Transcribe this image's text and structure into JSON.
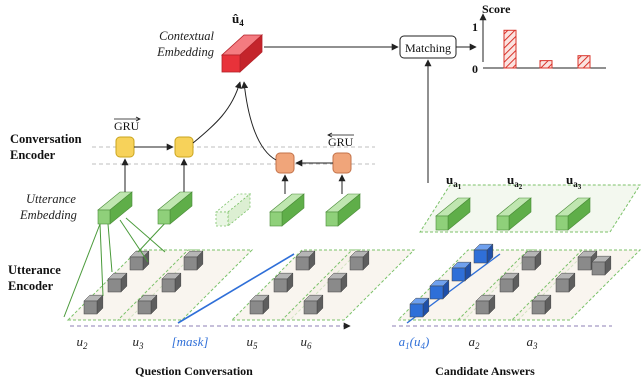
{
  "labels": {
    "conversation_encoder": [
      "Conversation",
      "Encoder"
    ],
    "utterance_embedding": [
      "Utterance",
      "Embedding"
    ],
    "utterance_encoder": [
      "Utterance",
      "Encoder"
    ],
    "contextual_embedding": [
      "Contextual",
      "Embedding"
    ],
    "u_hat": "û",
    "u_hat_sub": "4",
    "gru": "GRU",
    "matching": "Matching",
    "score": "Score",
    "score_tick_top": "1",
    "score_tick_bottom": "0",
    "question_conversation": "Question Conversation",
    "candidate_answers": "Candidate Answers"
  },
  "question_tokens": [
    {
      "base": "u",
      "sub": "2"
    },
    {
      "base": "u",
      "sub": "3"
    },
    {
      "base": "[mask]",
      "sub": ""
    },
    {
      "base": "u",
      "sub": "5"
    },
    {
      "base": "u",
      "sub": "6"
    }
  ],
  "candidate_tokens": [
    {
      "base": "a",
      "sub": "1",
      "suffix": "(u",
      "suffix_sub": "4",
      "suffix_close": ")"
    },
    {
      "base": "a",
      "sub": "2"
    },
    {
      "base": "a",
      "sub": "3"
    }
  ],
  "candidate_embeddings": [
    {
      "base": "u",
      "sub": "a",
      "subsub": "1"
    },
    {
      "base": "u",
      "sub": "a",
      "subsub": "2"
    },
    {
      "base": "u",
      "sub": "a",
      "subsub": "3"
    }
  ],
  "scores": [
    0.92,
    0.18,
    0.3
  ],
  "colors": {
    "gru_fwd": "#f7d25a",
    "gru_bwd": "#f0a57a",
    "embedding_green": "#8fd07a",
    "contextual_red": "#e8323a",
    "highlight_blue": "#2f6fd8",
    "token_gray": "#8a8a8a",
    "score_bar": "#d9342b"
  }
}
